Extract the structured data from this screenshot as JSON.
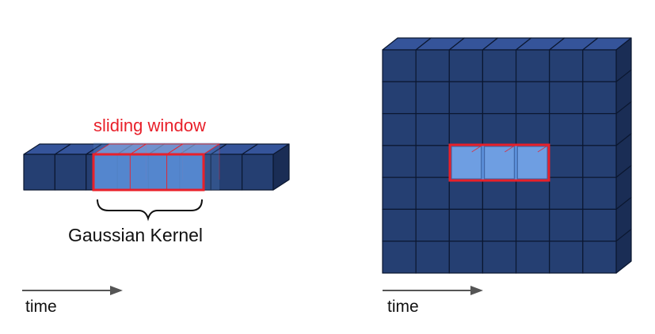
{
  "labels": {
    "sliding_window": "sliding window",
    "gaussian_kernel": "Gaussian Kernel",
    "time_left": "time",
    "time_right": "time"
  },
  "colors": {
    "cube_front": "#253f72",
    "cube_top": "#35549a",
    "cube_side": "#1a2d55",
    "cube_edge": "#0b1730",
    "window_fill": "#5b8fd9",
    "highlight": "#e8202a",
    "arrow": "#555555"
  },
  "one_d_sequence": {
    "cells": 8,
    "window_cells": 3
  },
  "grid": {
    "columns": 7,
    "rows": 7,
    "window_cells": 3
  }
}
